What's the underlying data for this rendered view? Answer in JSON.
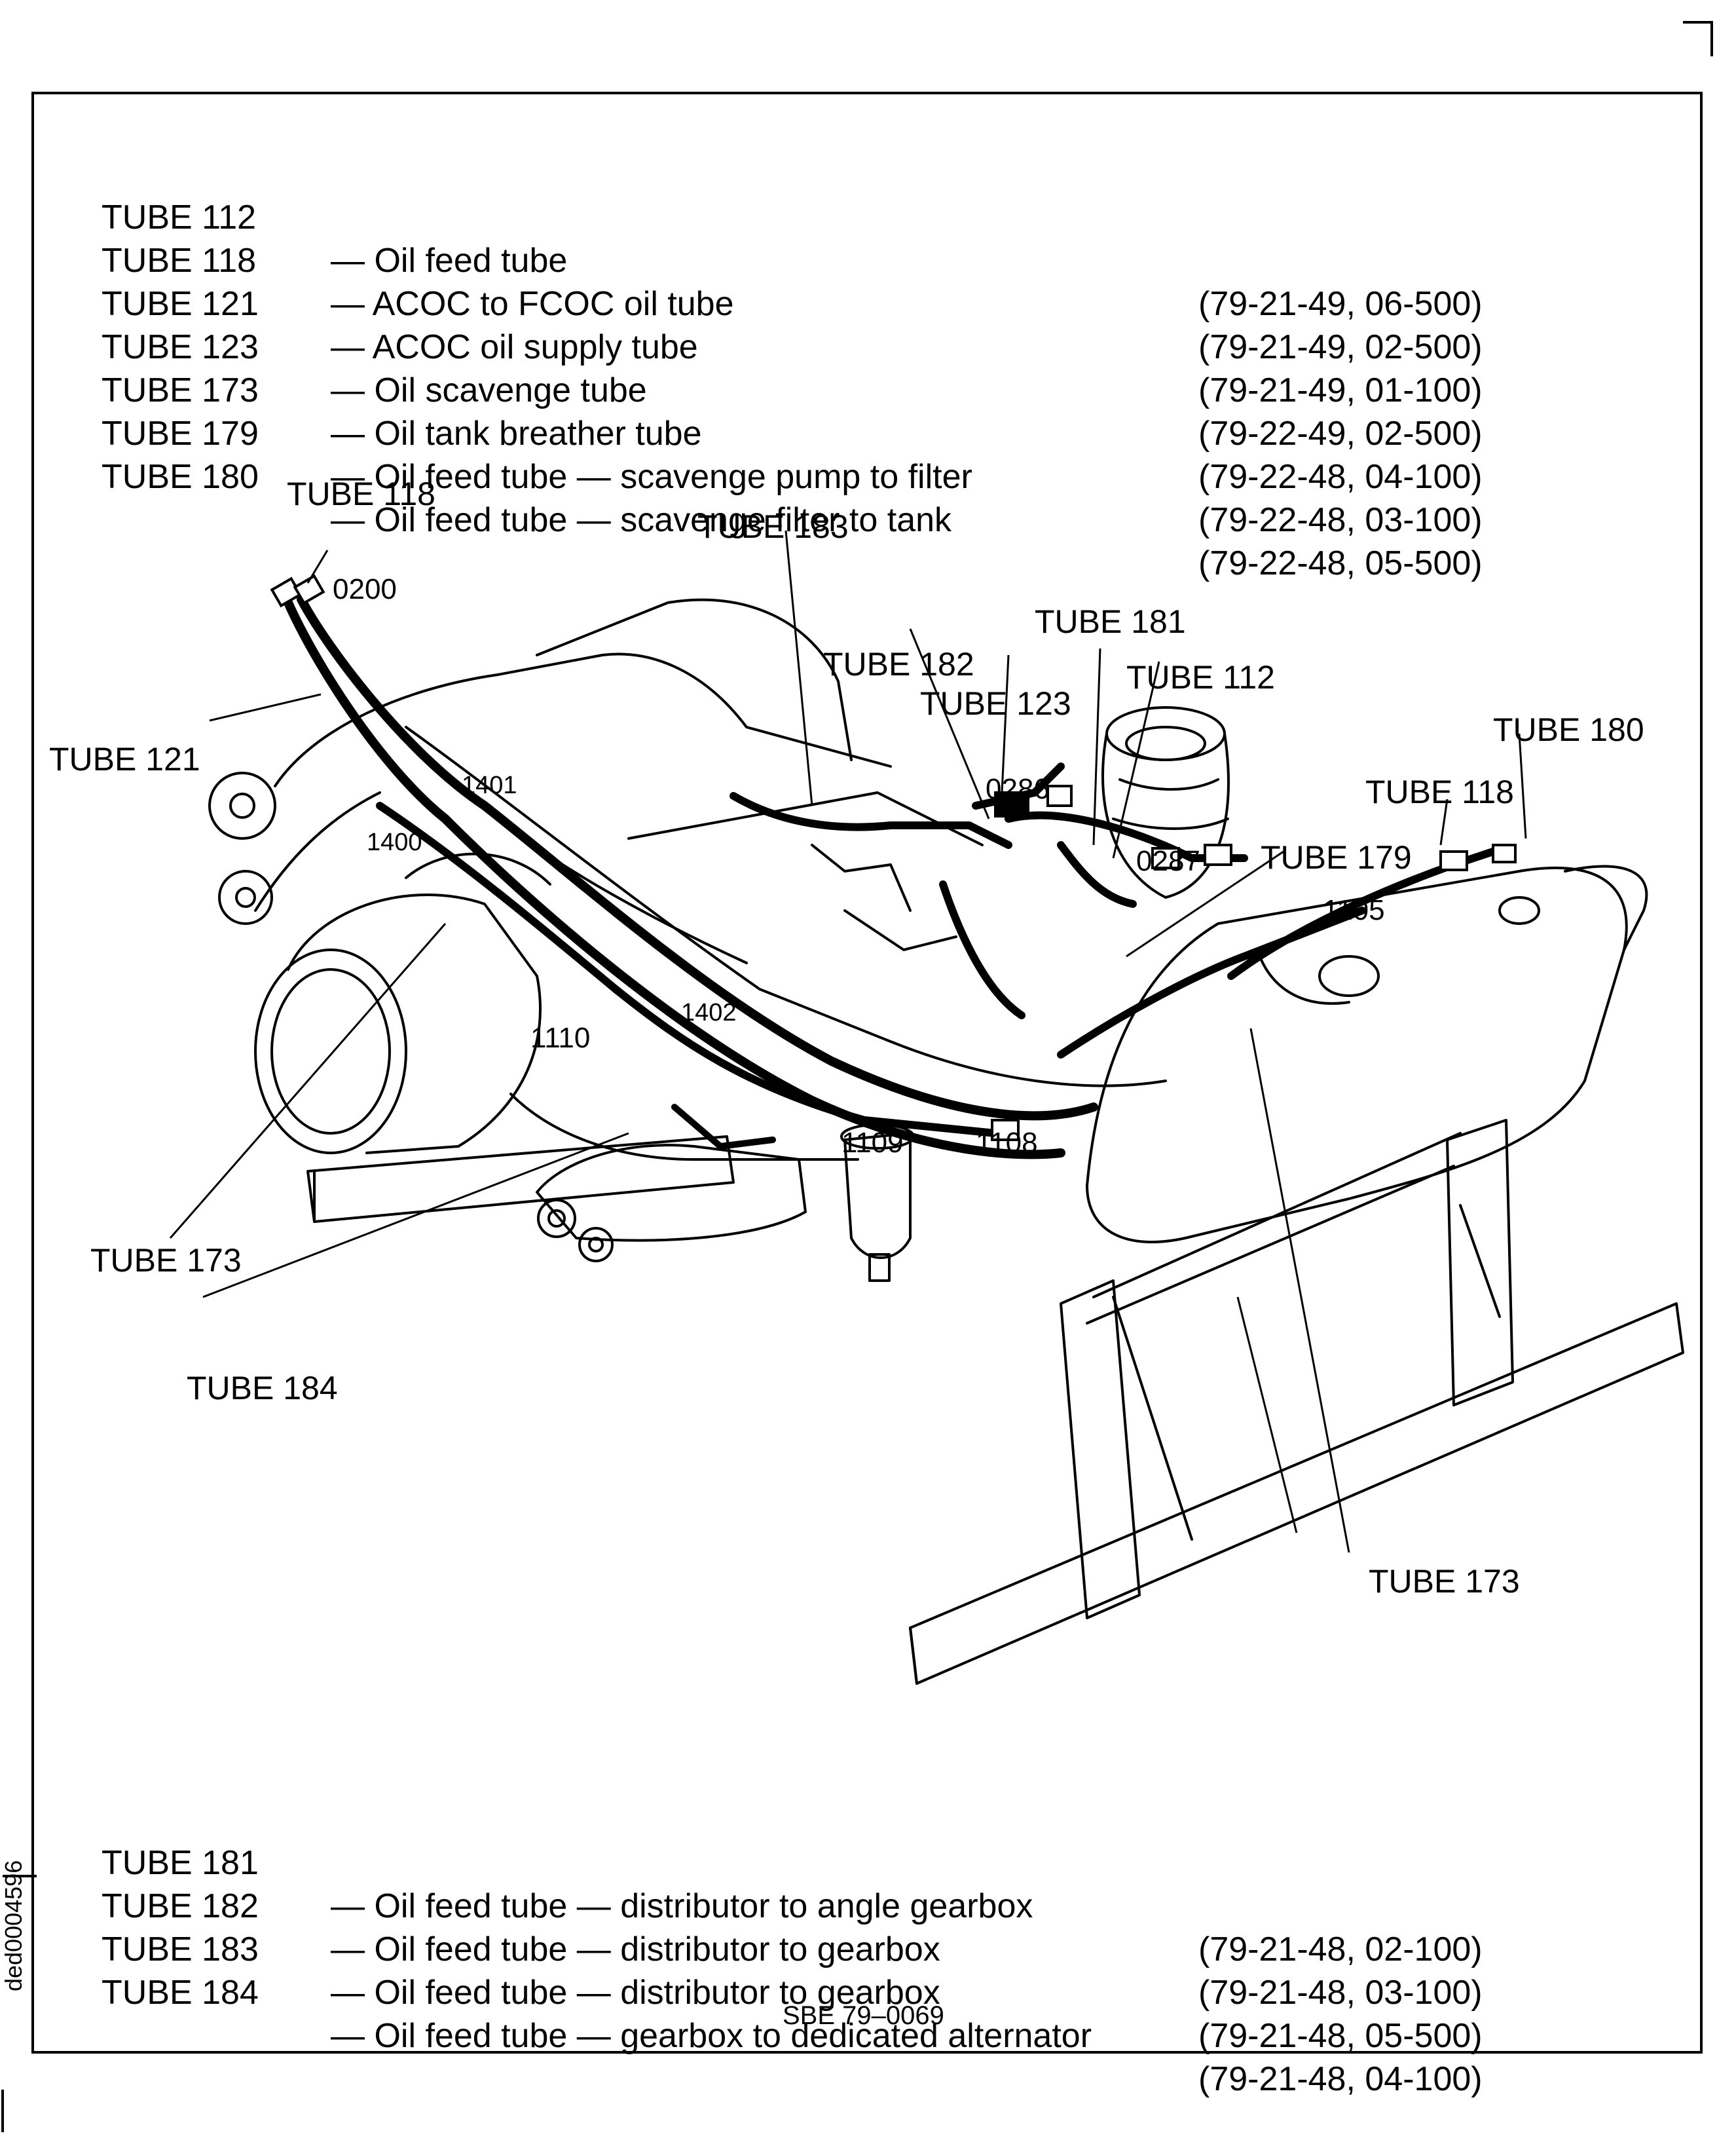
{
  "legend_top": [
    {
      "tube": "TUBE 112",
      "desc": "— Oil feed tube",
      "ref": "(79-21-49, 06-500)"
    },
    {
      "tube": "TUBE 118",
      "desc": "— ACOC to FCOC oil tube",
      "ref": "(79-21-49, 02-500)"
    },
    {
      "tube": "TUBE 121",
      "desc": "— ACOC oil supply tube",
      "ref": "(79-21-49, 01-100)"
    },
    {
      "tube": "TUBE 123",
      "desc": "— Oil scavenge tube",
      "ref": "(79-22-49, 02-500)"
    },
    {
      "tube": "TUBE 173",
      "desc": "— Oil tank breather tube",
      "ref": "(79-22-48, 04-100)"
    },
    {
      "tube": "TUBE 179",
      "desc": "— Oil feed tube — scavenge pump to filter",
      "ref": "(79-22-48, 03-100)"
    },
    {
      "tube": "TUBE 180",
      "desc": "— Oil feed tube — scavenge filter to tank",
      "ref": "(79-22-48, 05-500)"
    }
  ],
  "legend_bottom": [
    {
      "tube": "TUBE 181",
      "desc": "— Oil feed tube — distributor to angle gearbox",
      "ref": "(79-21-48, 02-100)"
    },
    {
      "tube": "TUBE 182",
      "desc": "— Oil feed tube — distributor to gearbox",
      "ref": "(79-21-48, 03-100)"
    },
    {
      "tube": "TUBE 183",
      "desc": "— Oil feed tube — distributor to gearbox",
      "ref": "(79-21-48, 05-500)"
    },
    {
      "tube": "TUBE 184",
      "desc": "— Oil feed tube — gearbox to dedicated alternator",
      "ref": "(79-21-48, 04-100)"
    }
  ],
  "callouts": {
    "tube_118_left": "TUBE 118",
    "tube_183": "TUBE 183",
    "tube_181": "TUBE 181",
    "tube_182": "TUBE 182",
    "tube_112": "TUBE 112",
    "tube_123": "TUBE 123",
    "tube_180": "TUBE 180",
    "tube_118_right": "TUBE 118",
    "tube_121": "TUBE 121",
    "tube_179": "TUBE 179",
    "tube_173_left": "TUBE 173",
    "tube_184": "TUBE 184",
    "tube_173_right": "TUBE 173"
  },
  "part_numbers": {
    "n0200": "0200",
    "n0286": "0286",
    "n0287": "0287",
    "n1401": "1401",
    "n1400": "1400",
    "n1105": "1105",
    "n1402": "1402",
    "n1110": "1110",
    "n1109": "1109",
    "n1108": "1108"
  },
  "figure_ref": "SBE 79–0069",
  "side_id": "ded0004596"
}
